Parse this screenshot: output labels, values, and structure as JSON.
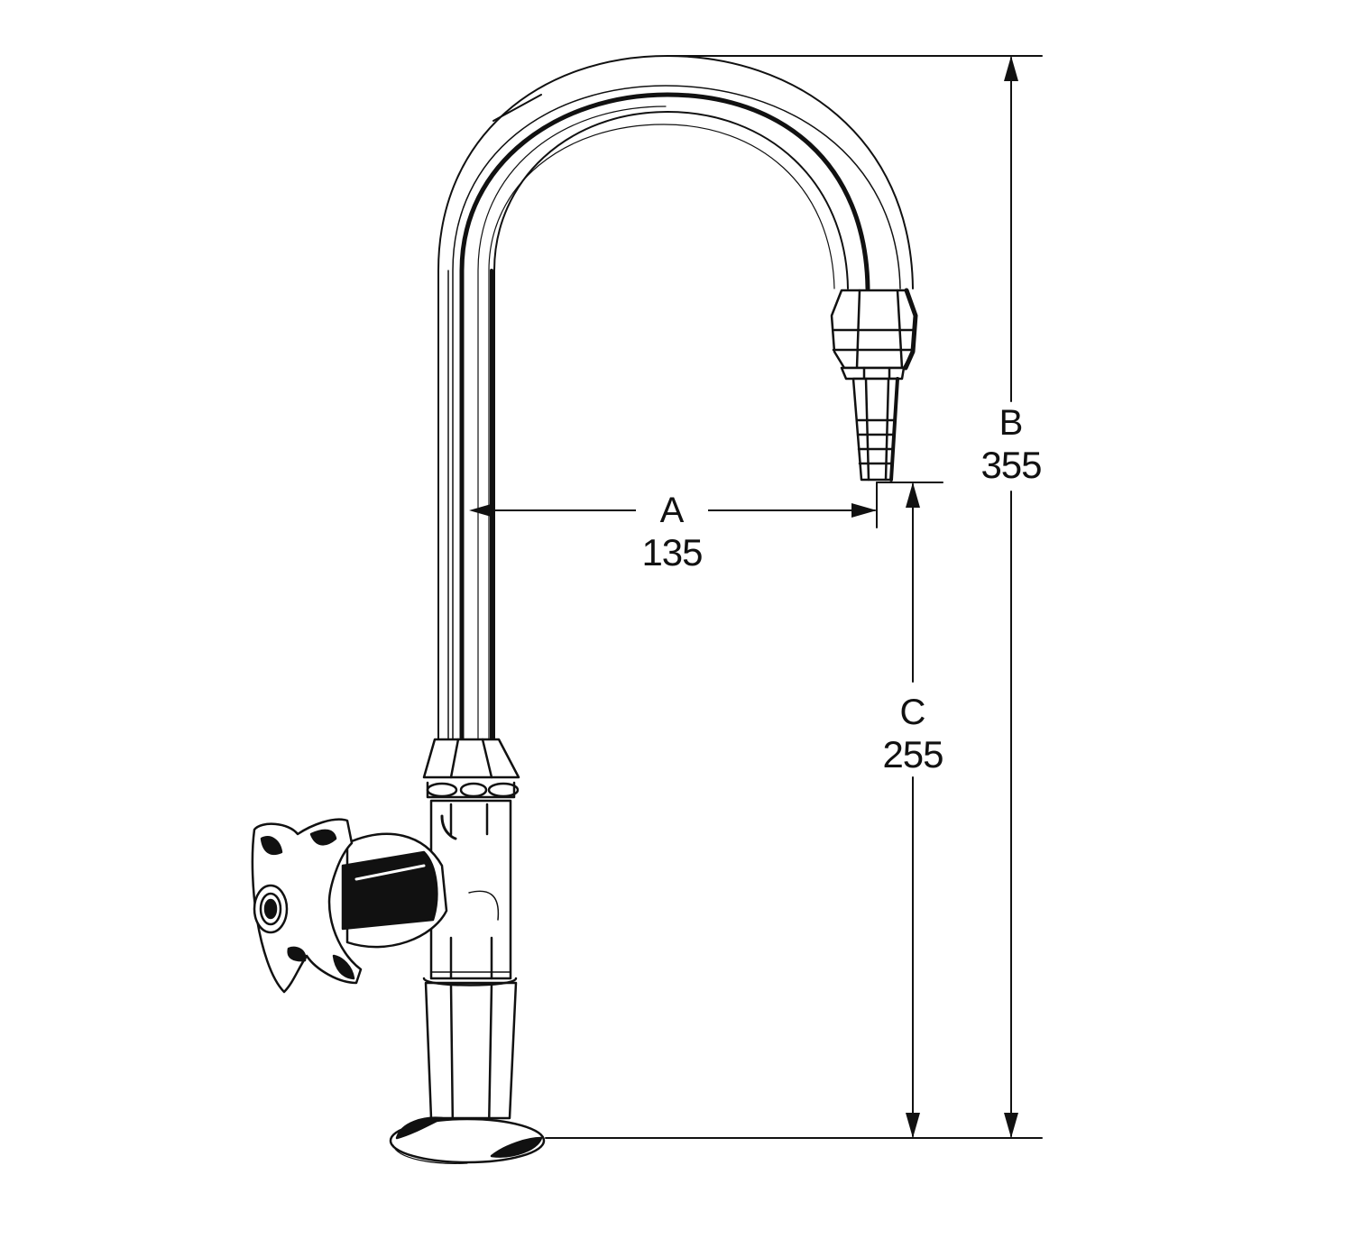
{
  "figure": {
    "subject": "Laboratory swan-neck faucet with cross-head handle and serrated hose nozzle",
    "line_color": "#111111",
    "background": "#ffffff"
  },
  "dimensions": {
    "A": {
      "letter": "A",
      "value": "135",
      "description": "horizontal reach from spout axis to nozzle tip"
    },
    "B": {
      "letter": "B",
      "value": "355",
      "description": "overall height from base to top of spout"
    },
    "C": {
      "letter": "C",
      "value": "255",
      "description": "height from base to nozzle outlet"
    }
  }
}
